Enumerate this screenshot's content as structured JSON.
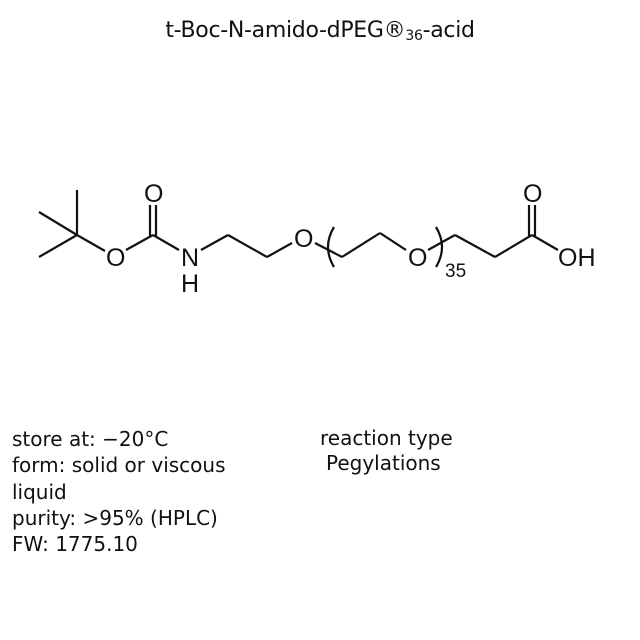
{
  "title": {
    "prefix": "t-Boc-N-amido-dPEG®",
    "subscript": "36",
    "suffix": "-acid"
  },
  "structure": {
    "atoms": {
      "carbonyl_o_boc": "O",
      "ester_o": "O",
      "amide_n": "N",
      "amide_h": "H",
      "ether_o1": "O",
      "ether_o2": "O",
      "acid_carbonyl_o": "O",
      "acid_oh": "OH"
    },
    "repeat_count": "35"
  },
  "properties": {
    "storage": "store at: −20°C",
    "form_line1": "form: solid or viscous",
    "form_line2": "liquid",
    "purity": "purity: >95% (HPLC)",
    "fw": "FW: 1775.10"
  },
  "reaction": {
    "label": "reaction type",
    "value": "Pegylations"
  }
}
